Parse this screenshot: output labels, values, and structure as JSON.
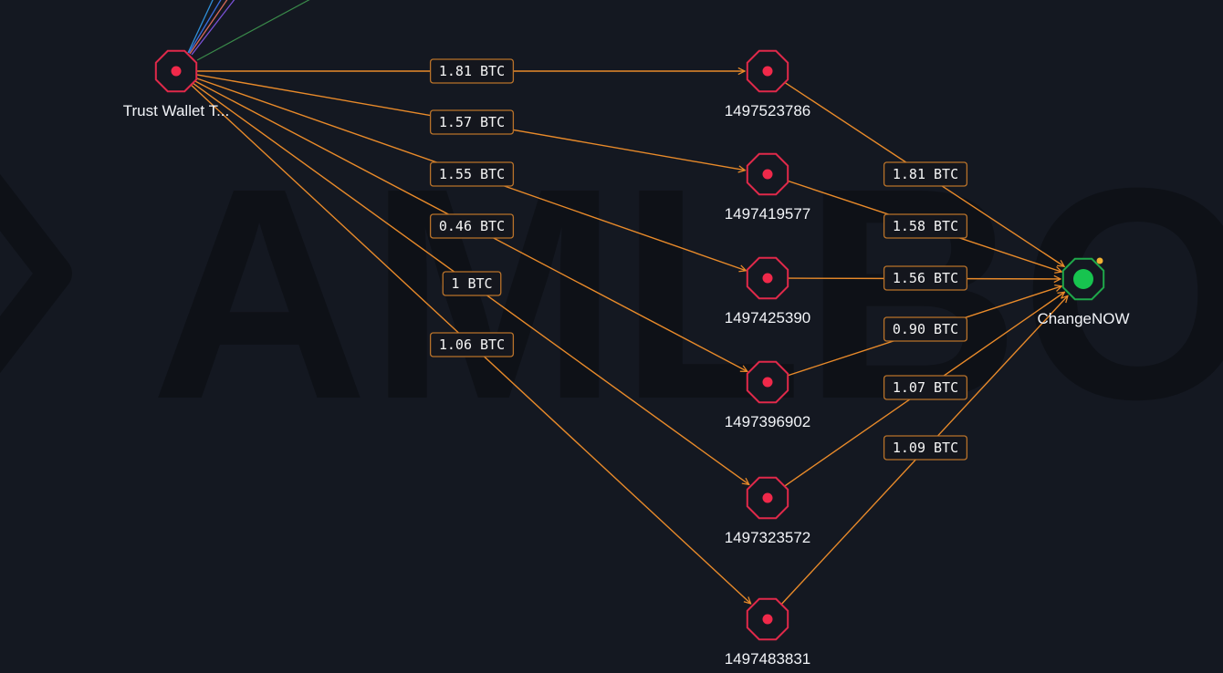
{
  "colors": {
    "background": "#141821",
    "edge": "#e88a2a",
    "node_stroke": "#e0294a",
    "node_dot": "#f0294a",
    "exchange_stroke": "#1fa84a",
    "exchange_dot": "#17c44f",
    "exchange_badge": "#f2b233",
    "label_border": "#b8722a"
  },
  "nodes": {
    "source": {
      "label": "Trust Wallet T...",
      "icon": "wallet-octagon-icon"
    },
    "exchange": {
      "label": "ChangeNOW",
      "icon": "exchange-octagon-icon"
    },
    "addresses": [
      {
        "label": "1497523786"
      },
      {
        "label": "1497419577"
      },
      {
        "label": "1497425390"
      },
      {
        "label": "1497396902"
      },
      {
        "label": "1497323572"
      },
      {
        "label": "1497483831"
      }
    ]
  },
  "edges_in": [
    {
      "amount": "1.81 BTC"
    },
    {
      "amount": "1.57 BTC"
    },
    {
      "amount": "1.55 BTC"
    },
    {
      "amount": "0.46 BTC"
    },
    {
      "amount": "1 BTC"
    },
    {
      "amount": "1.06 BTC"
    }
  ],
  "edges_out": [
    {
      "amount": "1.81 BTC"
    },
    {
      "amount": "1.58 BTC"
    },
    {
      "amount": "1.56 BTC"
    },
    {
      "amount": "0.90 BTC"
    },
    {
      "amount": "1.07 BTC"
    },
    {
      "amount": "1.09 BTC"
    }
  ],
  "watermark": {
    "text": "AMLBOT"
  }
}
